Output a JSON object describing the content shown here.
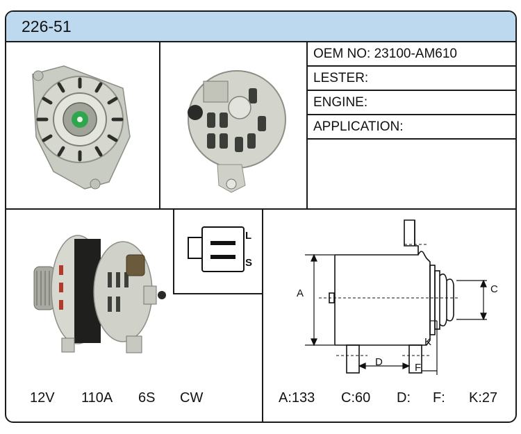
{
  "header": {
    "title": "226-51"
  },
  "info": {
    "oem": "OEM NO: 23100-AM610",
    "lester": "LESTER:",
    "engine": "ENGINE:",
    "application": "APPLICATION:"
  },
  "connector": {
    "label_l": "L",
    "label_s": "S"
  },
  "diagram": {
    "a": "A",
    "c": "C",
    "d": "D",
    "f": "F",
    "k": "K"
  },
  "specs_left": {
    "voltage": "12V",
    "amperage": "110A",
    "pulley": "6S",
    "rotation": "CW"
  },
  "specs_right": {
    "a": "A:133",
    "c": "C:60",
    "d": "D:",
    "f": "F:",
    "k": "K:27"
  },
  "colors": {
    "header_bg": "#bcd9ef",
    "border": "#1a1a1a"
  },
  "icons": [
    "alternator-front-photo",
    "alternator-rear-photo",
    "alternator-side-photo",
    "connector-plug-icon",
    "dimension-drawing"
  ]
}
